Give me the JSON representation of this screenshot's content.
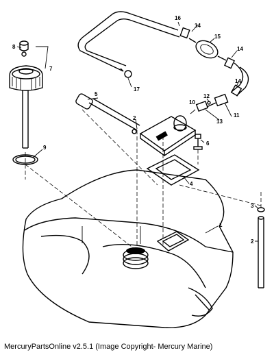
{
  "diagram": {
    "callouts": {
      "c1": "1",
      "c2a": "2",
      "c2b": "2",
      "c3": "3",
      "c4": "4",
      "c5": "5",
      "c6": "6",
      "c7": "7",
      "c8": "8",
      "c9": "9",
      "c10": "10",
      "c11": "11",
      "c12": "12",
      "c13": "13",
      "c14a": "14",
      "c14b": "14",
      "c14c": "14",
      "c15": "15",
      "c16": "16",
      "c17": "17"
    }
  },
  "footer": {
    "text": "MercuryPartsOnline v2.5.1 (Image Copyright- Mercury Marine)"
  }
}
